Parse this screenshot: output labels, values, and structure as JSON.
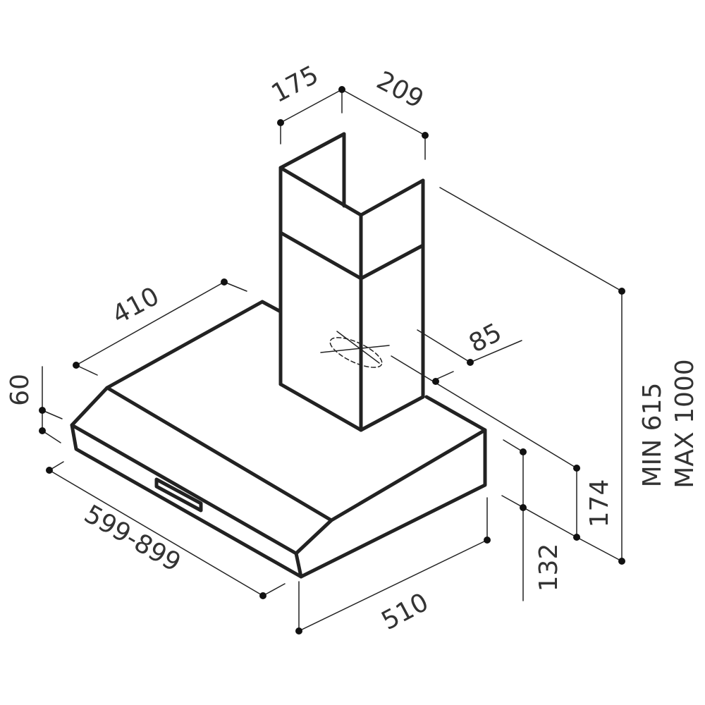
{
  "dimensions": {
    "chimney_depth": "175",
    "chimney_width": "209",
    "hood_depth": "410",
    "chimney_offset": "85",
    "canopy_height": "60",
    "hood_width": "599-899",
    "base_width": "510",
    "height_132": "132",
    "height_174": "174",
    "total_height_min": "MIN 615",
    "total_height_max": "MAX 1000"
  },
  "colors": {
    "line": "#222222",
    "dim_text": "#333333",
    "background": "#ffffff"
  }
}
